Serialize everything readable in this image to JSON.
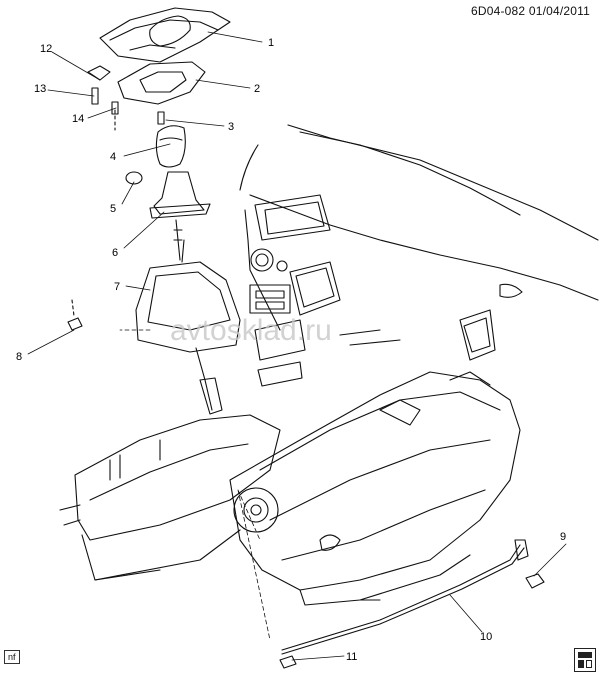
{
  "header": {
    "drawing_id": "6D04-082 01/04/2011"
  },
  "watermark": "avtosklad.ru",
  "footer": {
    "nf_tag": "nf"
  },
  "callouts": [
    "1",
    "2",
    "3",
    "4",
    "5",
    "6",
    "7",
    "8",
    "9",
    "10",
    "11",
    "12",
    "13",
    "14"
  ],
  "colors": {
    "line": "#111111",
    "watermark": "#c8c8c8",
    "background": "#ffffff"
  }
}
